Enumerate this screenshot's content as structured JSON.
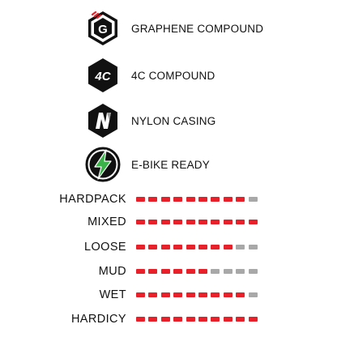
{
  "features": [
    {
      "icon": "graphene-compound-icon",
      "glyph": "G",
      "label": "GRAPHENE COMPOUND"
    },
    {
      "icon": "4c-compound-icon",
      "glyph": "4C",
      "label": "4C COMPOUND"
    },
    {
      "icon": "nylon-casing-icon",
      "glyph": "N",
      "label": "NYLON CASING"
    },
    {
      "icon": "lightning-bolt-icon",
      "glyph": "",
      "label": "E-BIKE READY"
    }
  ],
  "ratings": {
    "segments_total": 10,
    "items": [
      {
        "label": "HARDPACK",
        "value": 9
      },
      {
        "label": "MIXED",
        "value": 10
      },
      {
        "label": "LOOSE",
        "value": 8
      },
      {
        "label": "MUD",
        "value": 6
      },
      {
        "label": "WET",
        "value": 9
      },
      {
        "label": "HARDICY",
        "value": 10
      }
    ]
  },
  "colors": {
    "active": "#e8202a",
    "inactive": "#a8a8a8",
    "icon_dark": "#111111",
    "graphene_red": "#e8202a",
    "bolt_green": "#3cb34a"
  }
}
